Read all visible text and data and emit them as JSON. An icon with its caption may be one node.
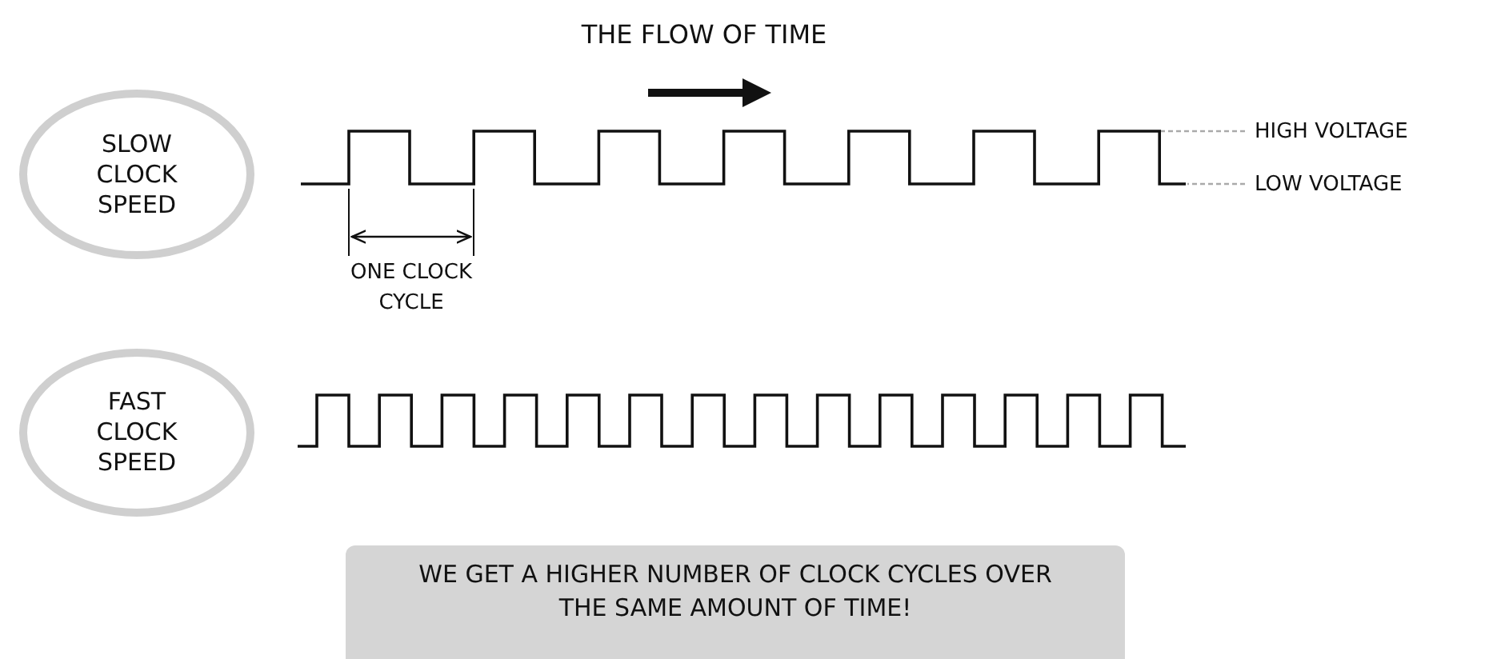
{
  "diagram": {
    "nodes": [
      {
        "text": [
          "SLOW CLOCK SPEED"
        ]
      },
      {
        "text": [
          "HIGH VOLTAGE"
        ]
      },
      {
        "text": [
          "LOW VOLTAGE"
        ]
      },
      {
        "text": [
          "FAST CLOCK SPEED"
        ]
      },
      {
        "text": [
          "WE GET A HIGHER NUMBER OF CLOCK CYCLES OVER THE SAME AMOUNT OF TIME!"
        ]
      },
      {
        "text": [],
        "shape": "line"
      }
    ],
    "edges": [
      {
        "from": 1,
        "to": 5,
        "arrow": "none",
        "style": "dashed",
        "color": "#aaaaaa"
      },
      {
        "from": 2,
        "to": 5,
        "arrow": "none",
        "style": "dashed",
        "color": "#aaaaaa"
      }
    ],
    "labels": [
      "THE FLOW OF TIME",
      "ONE CLOCK CYCLE"
    ]
  }
}
